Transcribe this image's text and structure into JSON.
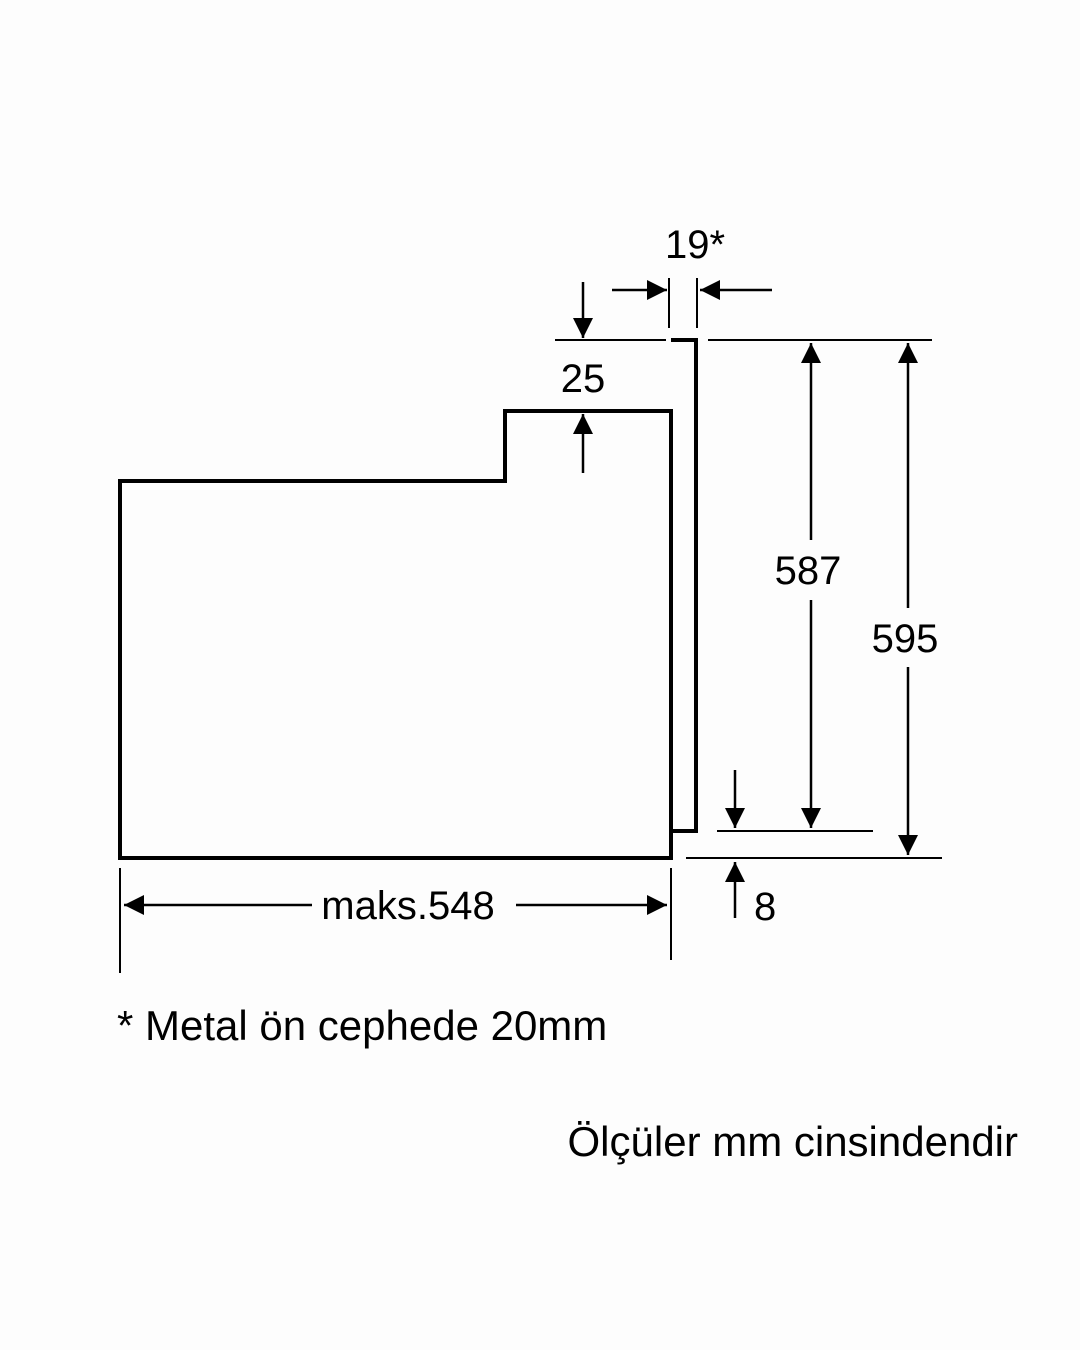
{
  "diagram": {
    "dimensions": {
      "door_thickness": "19*",
      "top_offset": "25",
      "inner_height": "587",
      "total_height": "595",
      "max_depth": "maks.548",
      "bottom_offset": "8"
    },
    "footnote": "* Metal ön cephede 20mm",
    "units_note": "Ölçüler mm cinsindendir",
    "line_color": "#000000"
  }
}
